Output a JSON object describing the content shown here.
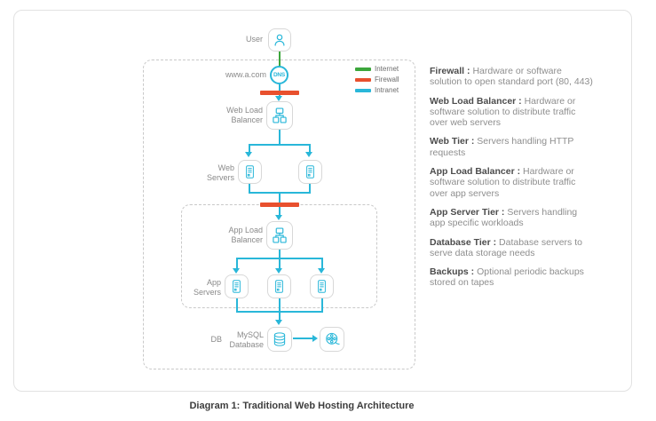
{
  "colors": {
    "internet": "#3ca63c",
    "firewall": "#e8502e",
    "intranet": "#29b7d9"
  },
  "legend": {
    "items": [
      {
        "label": "Internet",
        "color": "#3ca63c"
      },
      {
        "label": "Firewall",
        "color": "#e8502e"
      },
      {
        "label": "Intranet",
        "color": "#29b7d9"
      }
    ]
  },
  "nodes": {
    "user": {
      "label": "User"
    },
    "dns": {
      "label": "DNS",
      "domain": "www.a.com"
    },
    "web_load_balancer": {
      "line1": "Web Load",
      "line2": "Balancer"
    },
    "web_servers": {
      "line1": "Web",
      "line2": "Servers"
    },
    "app_load_balancer": {
      "line1": "App Load",
      "line2": "Balancer"
    },
    "app_servers": {
      "line1": "App",
      "line2": "Servers"
    },
    "database": {
      "tier": "DB",
      "line1": "MySQL",
      "line2": "Database"
    }
  },
  "definitions": [
    {
      "term": "Firewall :",
      "desc": "Hardware or software solution to open standard port (80, 443)"
    },
    {
      "term": "Web Load Balancer :",
      "desc": "Hardware or software solution to distribute traffic over web servers"
    },
    {
      "term": "Web Tier :",
      "desc": "Servers handling HTTP requests"
    },
    {
      "term": "App Load Balancer :",
      "desc": "Hardware or software solution to distribute traffic over app servers"
    },
    {
      "term": "App Server Tier :",
      "desc": "Servers handling app specific workloads"
    },
    {
      "term": "Database Tier :",
      "desc": "Database servers to serve data storage needs"
    },
    {
      "term": "Backups :",
      "desc": "Optional periodic backups stored on tapes"
    }
  ],
  "caption": "Diagram 1: Traditional Web Hosting Architecture"
}
